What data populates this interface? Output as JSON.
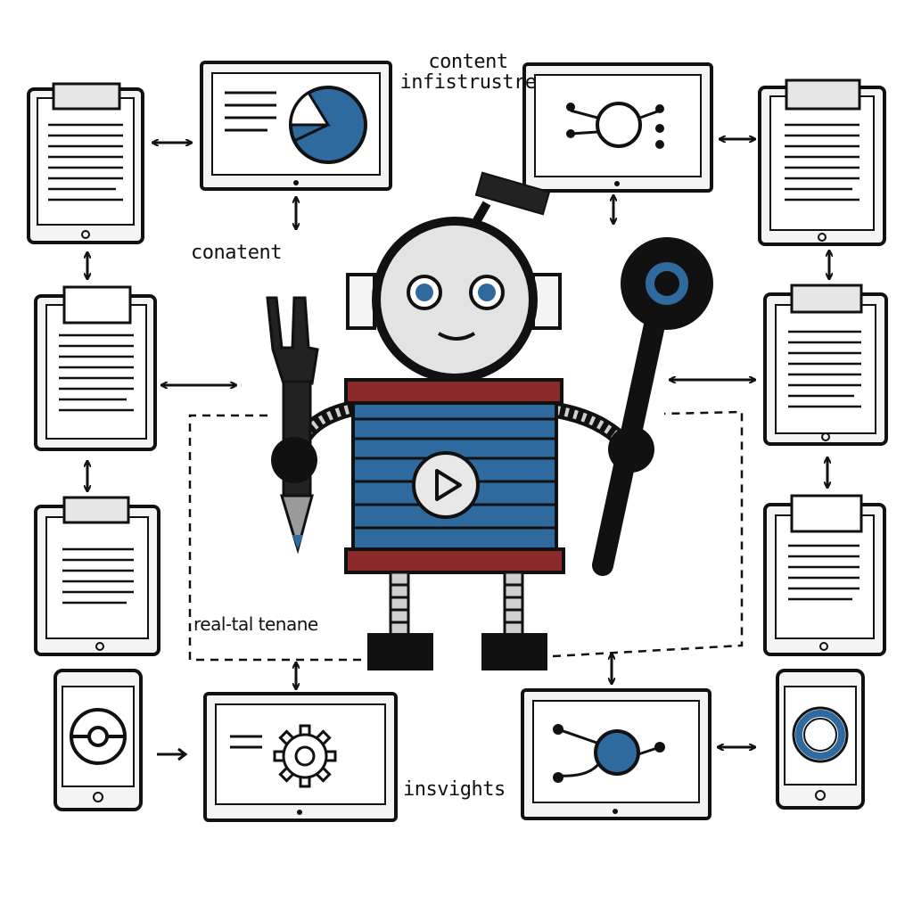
{
  "labels": {
    "content_infra_line1": "content",
    "content_infra_line2": "infistrustre",
    "conatent": "conatent",
    "real_tal_tenane": "real-tal tenane",
    "insvights": "insvights"
  },
  "colors": {
    "ink": "#111111",
    "accent_blue": "#2f6a9f",
    "accent_red": "#8a2a2a",
    "device_fill": "#f4f4f4",
    "face_gray": "#e3e3e3"
  },
  "icons": [
    "document-clipboard-icon",
    "pie-chart-icon",
    "network-node-icon",
    "gear-icon",
    "target-circle-icon",
    "play-icon",
    "wrench-icon",
    "magnifier-wand-icon",
    "robot-icon"
  ]
}
